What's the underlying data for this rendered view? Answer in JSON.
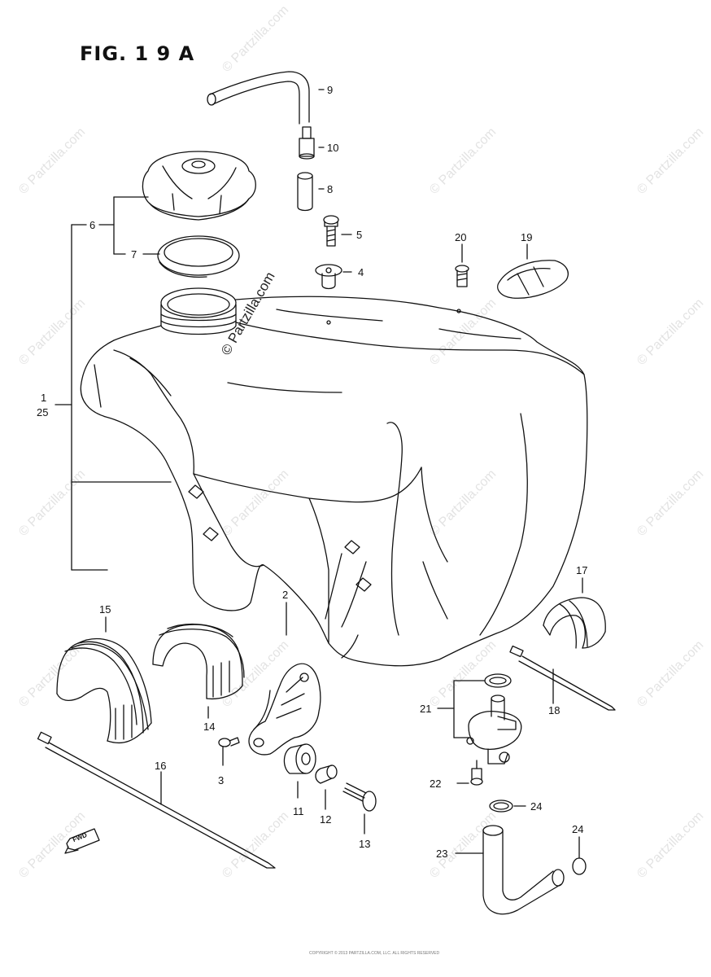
{
  "figure": {
    "title": "FIG. 1 9 A"
  },
  "watermark": {
    "text": "© Partzilla.com",
    "center_text": "© Partzilla.com"
  },
  "callouts": [
    {
      "id": "c9",
      "text": "9"
    },
    {
      "id": "c10",
      "text": "10"
    },
    {
      "id": "c8",
      "text": "8"
    },
    {
      "id": "c6",
      "text": "6"
    },
    {
      "id": "c5",
      "text": "5"
    },
    {
      "id": "c20",
      "text": "20"
    },
    {
      "id": "c19",
      "text": "19"
    },
    {
      "id": "c7",
      "text": "7"
    },
    {
      "id": "c4",
      "text": "4"
    },
    {
      "id": "c1",
      "text": "1"
    },
    {
      "id": "c25",
      "text": "25"
    },
    {
      "id": "c17",
      "text": "17"
    },
    {
      "id": "c15",
      "text": "15"
    },
    {
      "id": "c2",
      "text": "2"
    },
    {
      "id": "c14",
      "text": "14"
    },
    {
      "id": "c21",
      "text": "21"
    },
    {
      "id": "c18",
      "text": "18"
    },
    {
      "id": "c16",
      "text": "16"
    },
    {
      "id": "c3",
      "text": "3"
    },
    {
      "id": "c11",
      "text": "11"
    },
    {
      "id": "c12",
      "text": "12"
    },
    {
      "id": "c13",
      "text": "13"
    },
    {
      "id": "c22",
      "text": "22"
    },
    {
      "id": "c24a",
      "text": "24"
    },
    {
      "id": "c24b",
      "text": "24"
    },
    {
      "id": "c23",
      "text": "23"
    }
  ],
  "fwd_label": "FWD",
  "footer": {
    "copyright": "COPYRIGHT © 2013 PARTZILLA.COM, LLC. ALL RIGHTS RESERVED"
  }
}
